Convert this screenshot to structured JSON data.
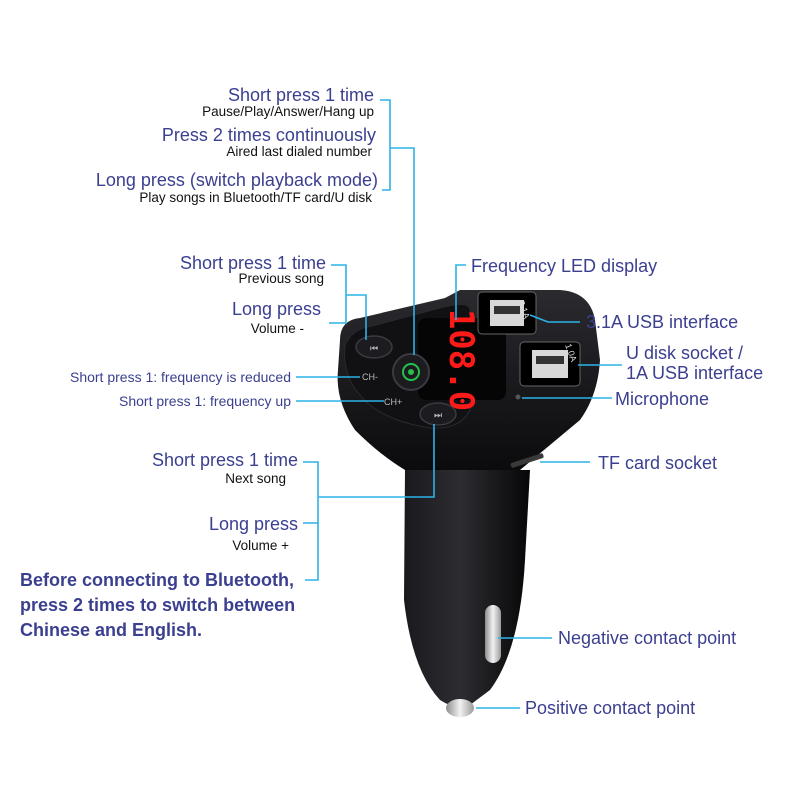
{
  "colors": {
    "leader": "#2bb3e8",
    "label_text": "#3b3f8f",
    "sub_text": "#111111",
    "device_body": "#0d0d0f",
    "led_red": "#ff1a1a",
    "call_green": "#25c24a"
  },
  "icons": [
    "phone-icon",
    "previous-track-icon",
    "next-track-icon",
    "usb-port-icon"
  ],
  "top_button": {
    "short_press": "Short press 1 time",
    "short_desc": "Pause/Play/Answer/Hang up",
    "double_press": "Press 2 times continuously",
    "double_desc": "Aired last dialed number",
    "long_press": "Long press (switch playback mode)",
    "long_desc": "Play songs in Bluetooth/TF card/U disk"
  },
  "prev_button": {
    "short_press": "Short press 1 time",
    "short_desc": "Previous song",
    "long_press": "Long press",
    "long_desc": "Volume -"
  },
  "channel": {
    "ch_minus": "Short press 1: frequency is reduced",
    "ch_plus": "Short press 1: frequency up"
  },
  "next_button": {
    "short_press": "Short press 1 time",
    "short_desc": "Next song",
    "long_press": "Long press",
    "long_desc": "Volume +"
  },
  "note": "Before connecting to Bluetooth, press 2 times to switch between Chinese and English.",
  "right": {
    "led": "Frequency LED display",
    "usb31": "3.1A USB interface",
    "udisk_line1": "U disk socket /",
    "udisk_line2": "1A USB interface",
    "mic": "Microphone",
    "tf": "TF card socket",
    "negative": "Negative contact point",
    "positive": "Positive contact point"
  },
  "device": {
    "display": "108.0",
    "port1_label": "3.1A",
    "port2_label": "1.0A",
    "ch_minus_label": "CH-",
    "ch_plus_label": "CH+"
  }
}
